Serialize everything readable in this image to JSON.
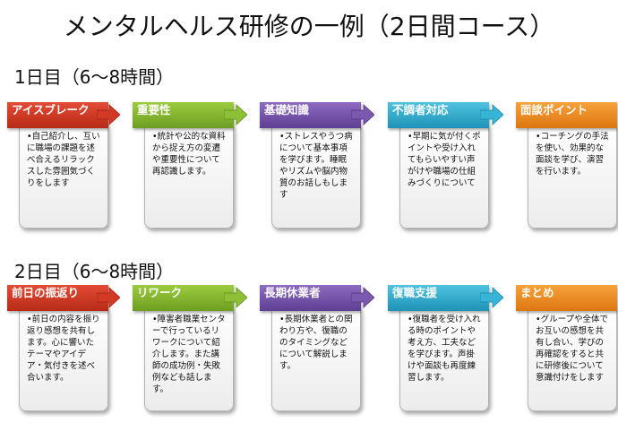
{
  "title": "メンタルヘルス研修の一例（2日間コース）",
  "day1": {
    "label": "1日目（6～8時間）",
    "steps": [
      {
        "heading": "アイスブレーク",
        "text": "•自己紹介し、互いに職場の課題を述べ合えるリラックスした雰囲気づくりをします",
        "color": "#c8341f"
      },
      {
        "heading": "重要性",
        "text": "•統計や公的な資料から捉え方の変遷や重要性について再認識します。",
        "color": "#84b82e"
      },
      {
        "heading": "基礎知識",
        "text": "•ストレスやうつ病について基本事項を学びます。睡眠やリズムや脳内物質のお話しもします",
        "color": "#6f4fa6"
      },
      {
        "heading": "不調者対応",
        "text": "•早期に気が付くポイントや受け入れてもらいやすい声がけや職場の仕組みづくりについて",
        "color": "#2ea8cc"
      },
      {
        "heading": "面談ポイント",
        "text": "•コーチングの手法を使い、効果的な面談を学び、演習を行います。",
        "color": "#ef8c1e"
      }
    ]
  },
  "day2": {
    "label": "2日目（6～8時間）",
    "steps": [
      {
        "heading": "前日の振返り",
        "text": "•前日の内容を振り返り感想を共有します。心に響いたテーマやアイデア・気付きを述べ合います。",
        "color": "#c8341f"
      },
      {
        "heading": "リワーク",
        "text": "•障害者職業センターで行っているリワークについて紹介します。また講師の成功例・失敗例なども話します。",
        "color": "#84b82e"
      },
      {
        "heading": "長期休業者",
        "text": "•長期休業者との関わり方や、復職ののタイミングなどについて解説します。",
        "color": "#6f4fa6"
      },
      {
        "heading": "復職支援",
        "text": "•復職者を受け入れる時のポイントや考え方、工夫などを学びます。声掛けや面談も再度練習します。",
        "color": "#2ea8cc"
      },
      {
        "heading": "まとめ",
        "text": "•グループや全体でお互いの感想を共有し合い、学びの再確認をすると共に研修後について意識付けをします",
        "color": "#ef8c1e"
      }
    ]
  },
  "arrow_colors": [
    "#d23a26",
    "#8dc036",
    "#7a59ae",
    "#37b4d6"
  ]
}
